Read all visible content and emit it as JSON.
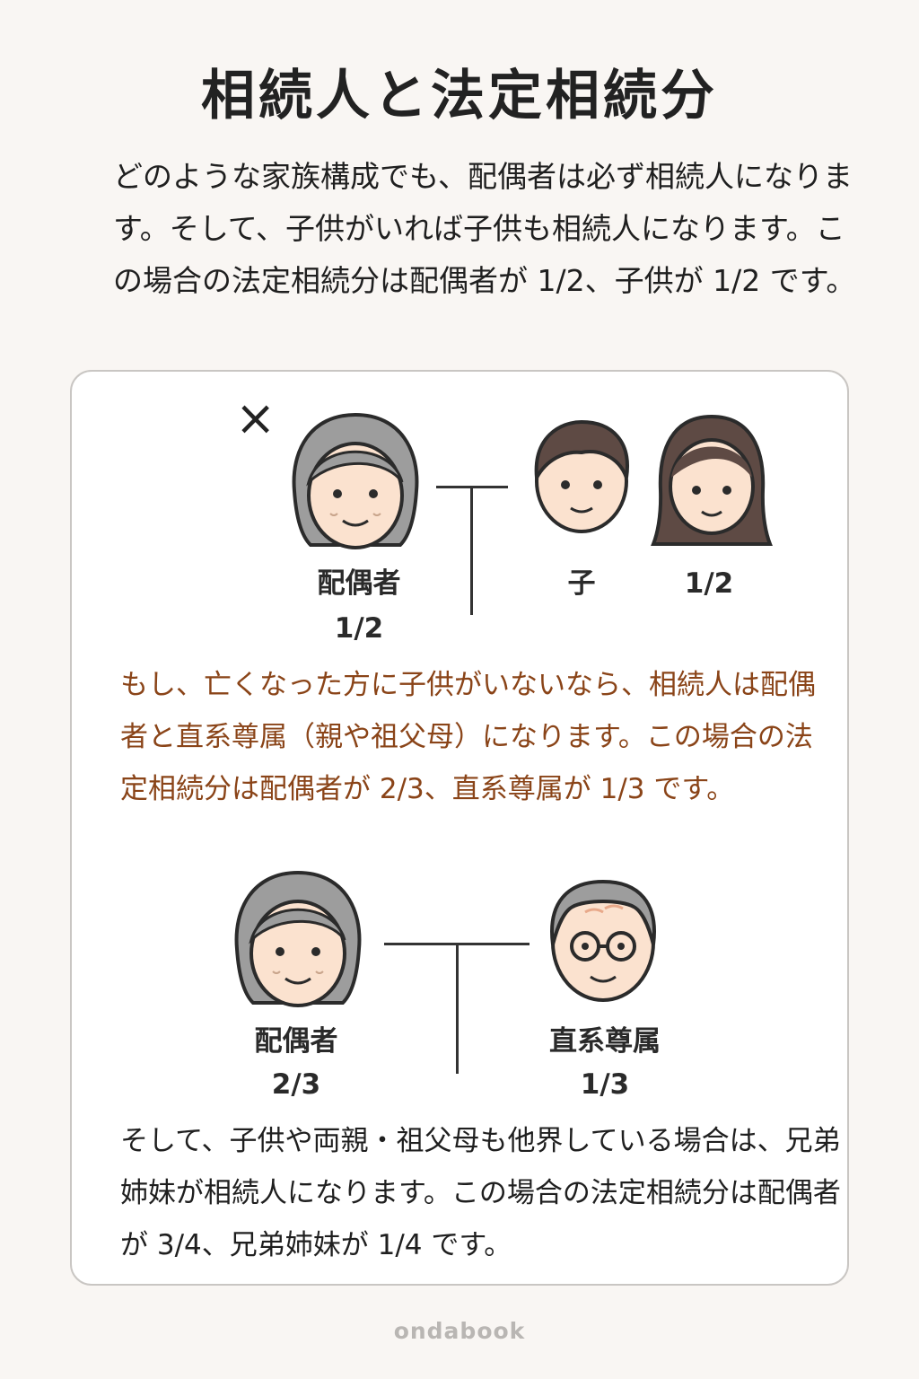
{
  "title": "相続人と法定相続分",
  "intro": "どのような家族構成でも、配偶者は必ず相続人になります。そして、子供がいれば子供も相続人になります。この場合の法定相続分は配偶者が 1/2、子供が 1/2 です。",
  "diagram1": {
    "deceased_mark": "×",
    "spouse_label": "配偶者",
    "spouse_share": "1/2",
    "child_label": "子",
    "child_share": "1/2"
  },
  "paragraph2": "もし、亡くなった方に子供がいないなら、相続人は配偶者と直系尊属（親や祖父母）になります。この場合の法定相続分は配偶者が 2/3、直系尊属が 1/3 です。",
  "diagram2": {
    "spouse_label": "配偶者",
    "spouse_share": "2/3",
    "ascendant_label": "直系尊属",
    "ascendant_share": "1/3"
  },
  "paragraph3": "そして、子供や両親・祖父母も他界している場合は、兄弟姉妹が相続人になります。この場合の法定相続分は配偶者が 3/4、兄弟姉妹が 1/4 です。",
  "logo": "ondabook",
  "colors": {
    "background": "#f9f6f3",
    "accent_text": "#8a4418",
    "hair_gray": "#9d9d9d",
    "hair_brown": "#5e4a44",
    "skin": "#fbe2cf"
  },
  "icons": [
    "elderly-woman-icon",
    "boy-icon",
    "girl-icon",
    "elderly-man-glasses-icon"
  ]
}
